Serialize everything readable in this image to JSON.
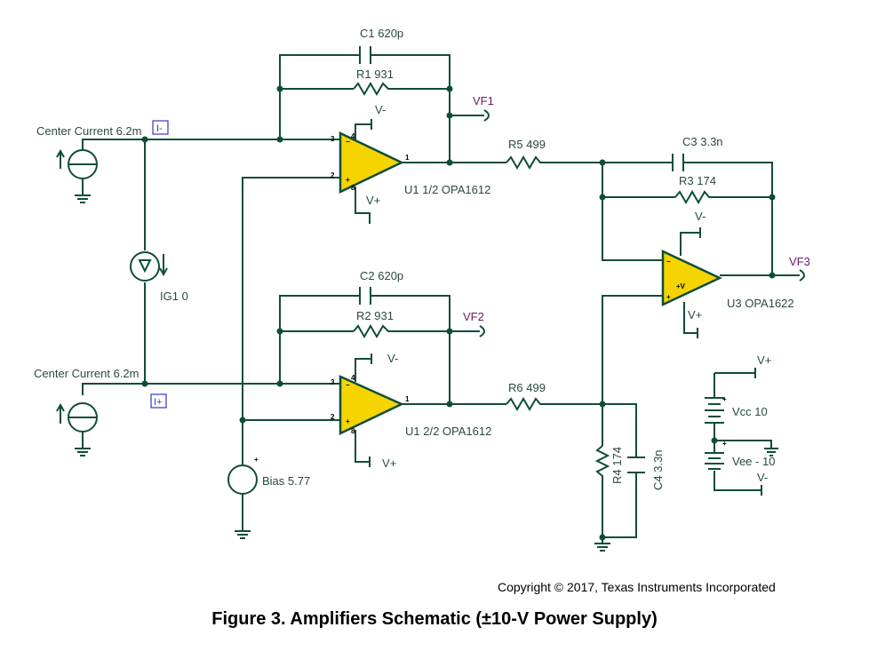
{
  "labels": {
    "c1": "C1 620p",
    "r1": "R1 931",
    "vf1": "VF1",
    "v_minus_u1a": "V-",
    "center_current_top": "Center Current 6.2m",
    "probe_i_minus": "I-",
    "r5": "R5 499",
    "c3": "C3 3.3n",
    "r3": "R3 174",
    "u1a": "U1 1/2 OPA1612",
    "v_plus_u1a": "V+",
    "v_minus_u3": "V-",
    "ig1": "IG1 0",
    "vf3": "VF3",
    "u3": "U3 OPA1622",
    "v_plus_u3": "V+",
    "c2": "C2 620p",
    "r2": "R2 931",
    "vf2": "VF2",
    "center_current_bottom": "Center Current 6.2m",
    "probe_i_plus": "I+",
    "r6": "R6 499",
    "v_minus_u1b": "V-",
    "u1b": "U1 2/2 OPA1612",
    "v_plus_u1b": "V+",
    "bias": "Bias 5.77",
    "r4": "R4 174",
    "c4": "C4 3.3n",
    "vplus_supply": "V+",
    "vcc": "Vcc 10",
    "vee": "Vee - 10",
    "vminus_supply": "V-"
  },
  "pins": {
    "u1a_in_inv": "3",
    "u1a_in_noninv": "2",
    "u1a_out": "1",
    "u1a_vneg": "4",
    "u1a_vpos": "8",
    "u1b_in_inv": "3",
    "u1b_in_noninv": "2",
    "u1b_out": "1",
    "u1b_vneg": "4",
    "u1b_vpos": "8",
    "u3_vcc": "+V"
  },
  "copyright": "Copyright © 2017, Texas Instruments Incorporated",
  "caption": "Figure 3. Amplifiers Schematic (±10-V Power Supply)",
  "colors": {
    "wire": "#0f4d3a",
    "opamp_fill": "#f5d400",
    "net_label": "#6a1b6a",
    "probe": "#3333cc"
  }
}
